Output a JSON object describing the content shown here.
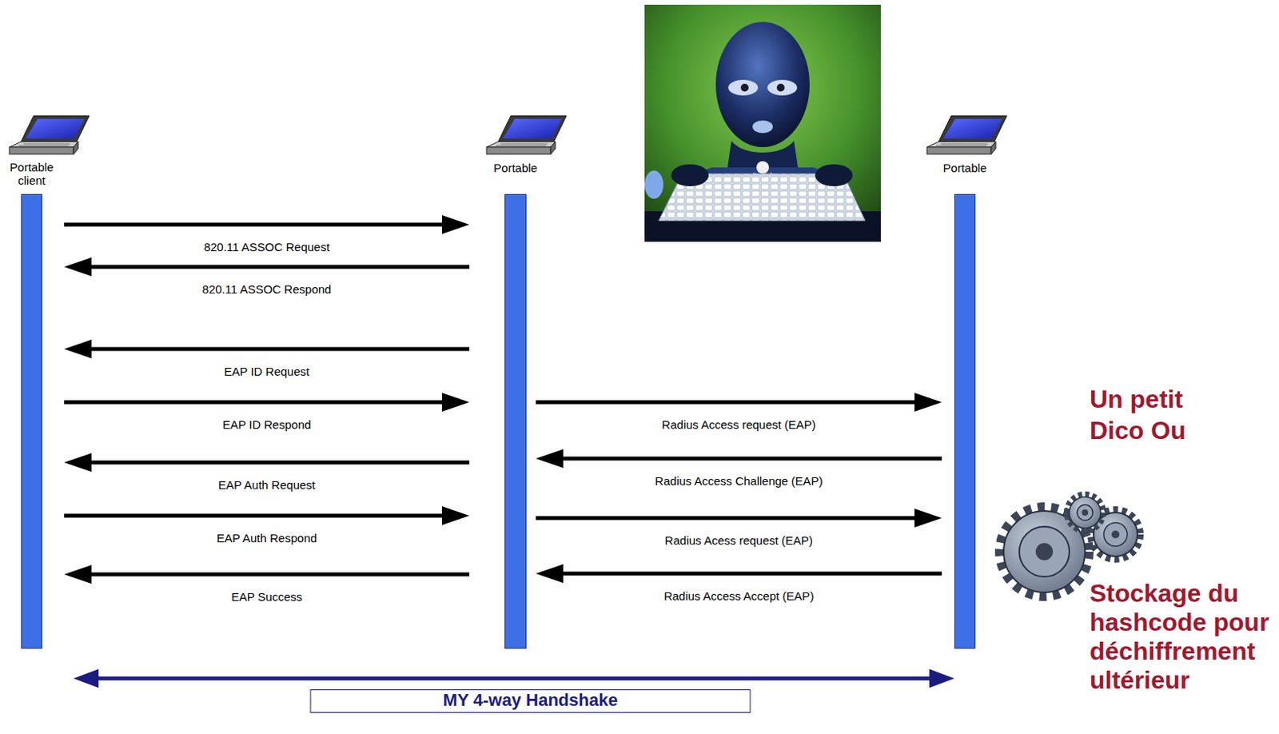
{
  "diagram": {
    "nodes": [
      {
        "text": [
          "Portable client"
        ]
      },
      {
        "text": [
          "Portable"
        ]
      },
      {
        "text": [
          "Portable"
        ]
      }
    ],
    "edges": [
      {
        "from": 0,
        "to": 1,
        "arrow": "to",
        "label": "820.11 ASSOC Request"
      },
      {
        "from": 1,
        "to": 0,
        "arrow": "to",
        "label": "820.11 ASSOC Respond"
      },
      {
        "from": 1,
        "to": 0,
        "arrow": "to",
        "label": "EAP ID Request"
      },
      {
        "from": 0,
        "to": 1,
        "arrow": "to",
        "label": "EAP ID Respond"
      },
      {
        "from": 1,
        "to": 2,
        "arrow": "to",
        "label": "Radius Access request (EAP)"
      },
      {
        "from": 2,
        "to": 1,
        "arrow": "to",
        "label": "Radius Access Challenge (EAP)"
      },
      {
        "from": 1,
        "to": 0,
        "arrow": "to",
        "label": "EAP Auth Request"
      },
      {
        "from": 0,
        "to": 1,
        "arrow": "to",
        "label": "EAP Auth Respond"
      },
      {
        "from": 1,
        "to": 2,
        "arrow": "to",
        "label": "Radius Acess request (EAP)"
      },
      {
        "from": 1,
        "to": 0,
        "arrow": "to",
        "label": "EAP Success"
      },
      {
        "from": 2,
        "to": 1,
        "arrow": "to",
        "label": "Radius Access Accept (EAP)"
      },
      {
        "from": 0,
        "to": 2,
        "arrow": "both",
        "label": "MY 4-way Handshake"
      }
    ],
    "labels": [
      "Un petit Dico Ou",
      "Stockage du hashcode pour déchiffrement ultérieur"
    ]
  }
}
